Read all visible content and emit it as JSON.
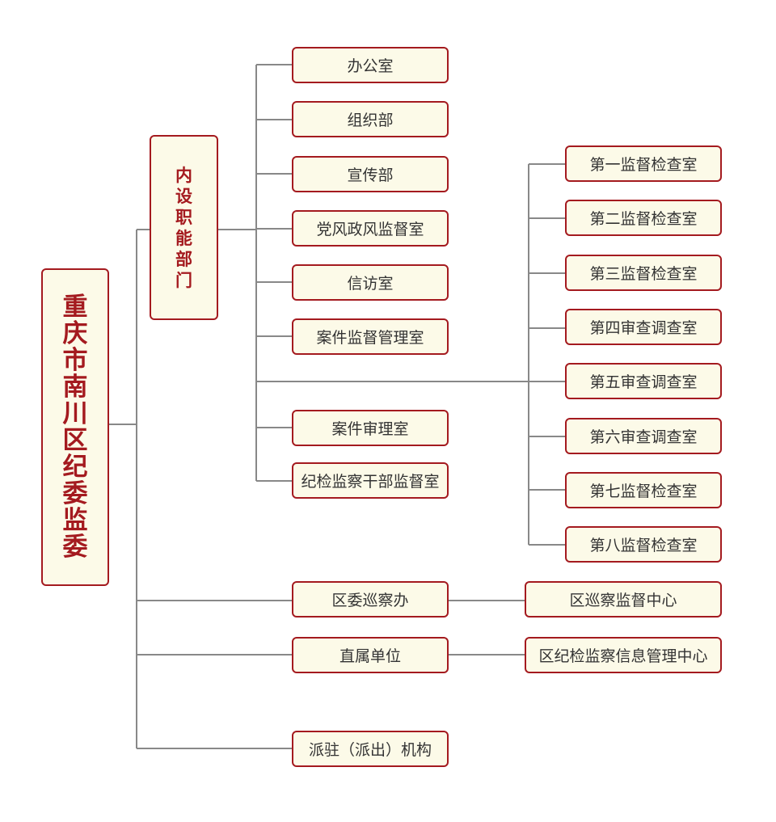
{
  "root": {
    "label": "重庆市南川区纪委监委"
  },
  "internal_dept": {
    "label": "内设职能部门"
  },
  "internal_items": [
    "办公室",
    "组织部",
    "宣传部",
    "党风政风监督室",
    "信访室",
    "案件监督管理室",
    "案件审理室",
    "纪检监察干部监督室"
  ],
  "supervision_rooms": [
    "第一监督检查室",
    "第二监督检查室",
    "第三监督检查室",
    "第四审查调查室",
    "第五审查调查室",
    "第六审查调查室",
    "第七监督检查室",
    "第八监督检查室"
  ],
  "inspection_office": {
    "label": "区委巡察办",
    "child": "区巡察监督中心"
  },
  "affiliated_units": {
    "label": "直属单位",
    "child": "区纪检监察信息管理中心"
  },
  "dispatched": {
    "label": "派驻（派出）机构"
  },
  "colors": {
    "border": "#a41a1f",
    "fill": "#fcfae8",
    "line": "#888888",
    "vertical_text": "#a41a1f"
  }
}
